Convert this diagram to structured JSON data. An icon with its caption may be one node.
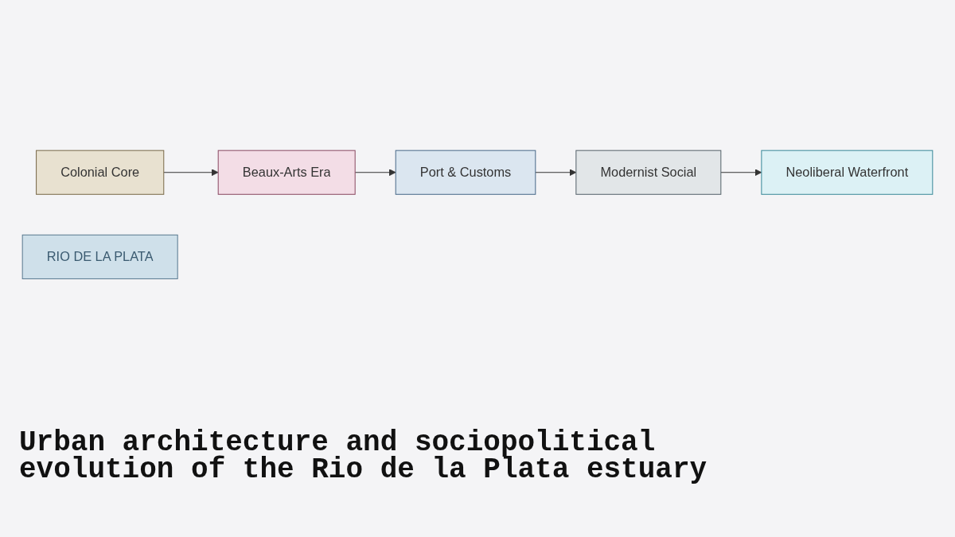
{
  "diagram": {
    "title": "Urban architecture and sociopolitical evolution of the Rio de la Plata estuary",
    "nodes": [
      {
        "text": [
          "Colonial Core"
        ]
      },
      {
        "text": [
          "Beaux-Arts Era"
        ]
      },
      {
        "text": [
          "Port & Customs"
        ]
      },
      {
        "text": [
          "Modernist Social"
        ]
      },
      {
        "text": [
          "Neoliberal Waterfront"
        ]
      },
      {
        "text": [
          "RIO DE LA PLATA"
        ]
      }
    ],
    "edges": [
      {
        "from": 0,
        "to": 1,
        "arrow": "to"
      },
      {
        "from": 1,
        "to": 2,
        "arrow": "to"
      },
      {
        "from": 2,
        "to": 3,
        "arrow": "to"
      },
      {
        "from": 3,
        "to": 4,
        "arrow": "to"
      }
    ]
  }
}
